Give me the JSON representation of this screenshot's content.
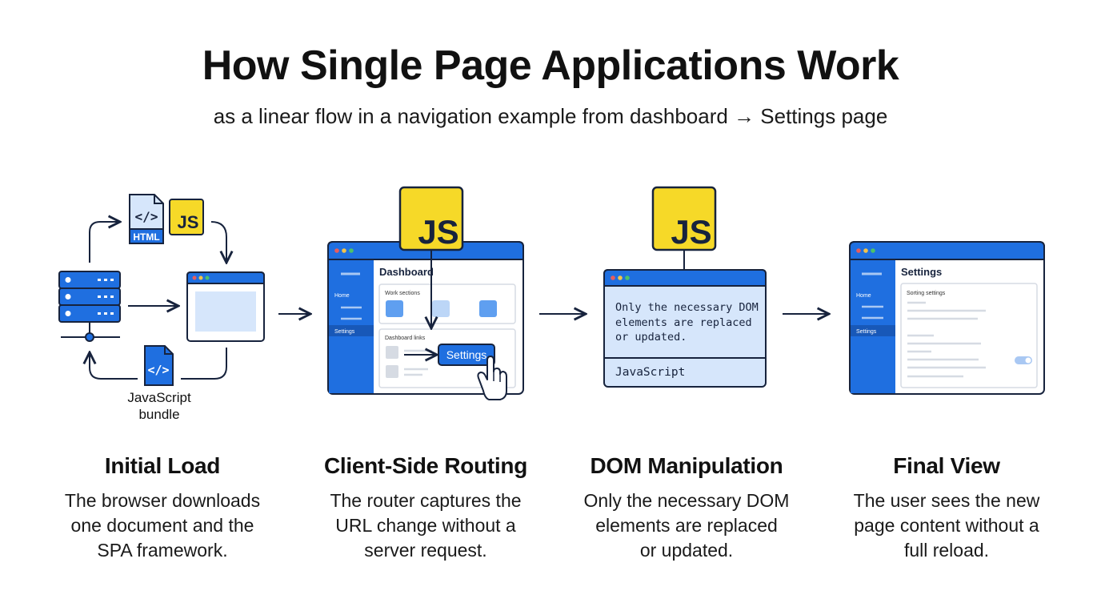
{
  "title": "How Single Page Applications Work",
  "subtitle": "as a linear flow in a navigation example from dashboard → Settings page",
  "colors": {
    "blue": "#1f6fe0",
    "dark": "#17233d",
    "light_blue": "#d6e6fb",
    "yellow": "#f6d928"
  },
  "step1": {
    "html_label": "HTML",
    "js_label": "JS",
    "bundle_label_line1": "JavaScript",
    "bundle_label_line2": "bundle",
    "heading": "Initial Load",
    "desc_lines": [
      "The browser downloads",
      "one document and the",
      "SPA framework."
    ]
  },
  "step2": {
    "js_label": "JS",
    "window_title": "Dashboard",
    "nav_items": [
      "Home",
      "Settings"
    ],
    "section1": "Work sections",
    "section2": "Dashboard links",
    "settings_button": "Settings",
    "heading": "Client-Side Routing",
    "desc_lines": [
      "The router captures the",
      "URL change without a",
      "server request."
    ]
  },
  "step3": {
    "js_label": "JS",
    "code_lines": [
      "Only the necessary DOM",
      "elements are replaced",
      "or updated."
    ],
    "footer": "JavaScript",
    "heading": "DOM Manipulation",
    "desc_lines": [
      "Only the necessary DOM",
      "elements are replaced",
      "or updated."
    ]
  },
  "step4": {
    "window_title": "Settings",
    "nav_items": [
      "Home",
      "Settings"
    ],
    "section": "Sorting settings",
    "heading": "Final View",
    "desc_lines": [
      "The user sees the new",
      "page content without a",
      "full reload."
    ]
  }
}
